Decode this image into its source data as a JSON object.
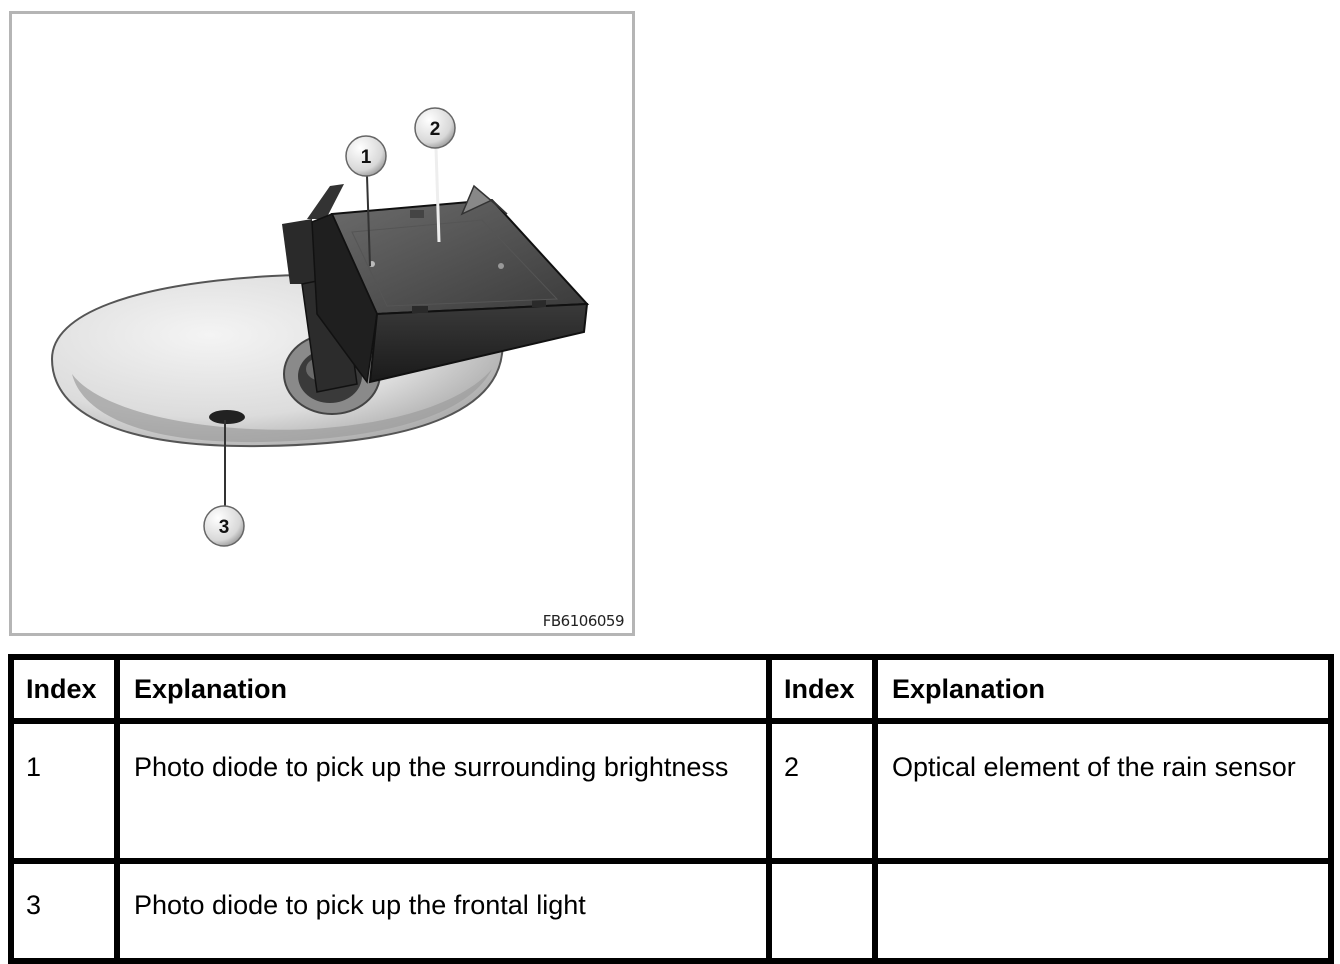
{
  "figure": {
    "code": "FB6106059",
    "callouts": [
      "1",
      "2",
      "3"
    ]
  },
  "table": {
    "headers": [
      "Index",
      "Explanation",
      "Index",
      "Explanation"
    ],
    "rows": [
      {
        "index_a": "1",
        "explanation_a": "Photo diode to pick up the surrounding brightness",
        "index_b": "2",
        "explanation_b": "Optical element of the rain sensor"
      },
      {
        "index_a": "3",
        "explanation_a": "Photo diode to pick up the frontal light",
        "index_b": "",
        "explanation_b": ""
      }
    ]
  }
}
